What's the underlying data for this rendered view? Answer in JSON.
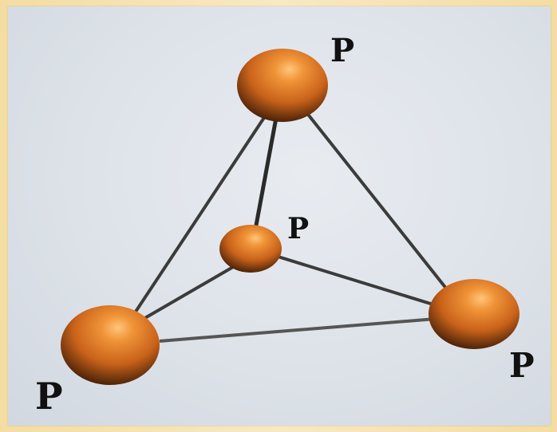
{
  "molecule": {
    "atom_color": "#d7761e",
    "bond_color": "#3b3b3b",
    "background_color": "#dde2e9",
    "frame_color": "#f4dda2",
    "atoms": [
      {
        "id": "top",
        "label": "P"
      },
      {
        "id": "center",
        "label": "P"
      },
      {
        "id": "left",
        "label": "P"
      },
      {
        "id": "right",
        "label": "P"
      }
    ],
    "bonds": [
      [
        "top",
        "left"
      ],
      [
        "top",
        "right"
      ],
      [
        "top",
        "center"
      ],
      [
        "center",
        "left"
      ],
      [
        "center",
        "right"
      ],
      [
        "left",
        "right"
      ]
    ]
  }
}
